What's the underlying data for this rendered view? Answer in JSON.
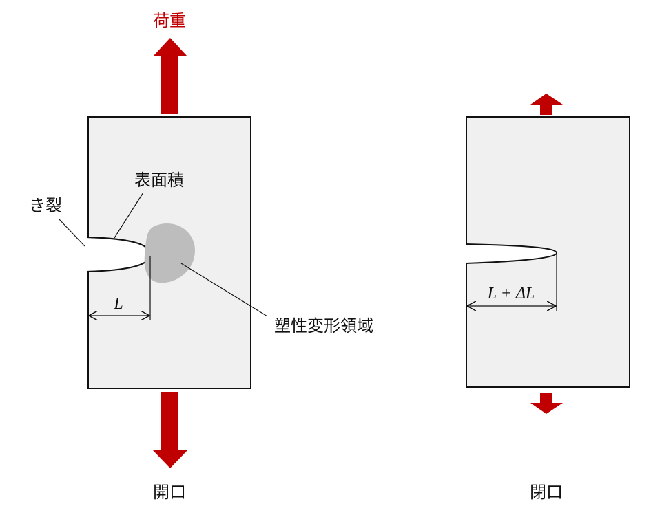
{
  "colors": {
    "arrow": "#c00000",
    "specimen": "#f0f0f0",
    "plastic_zone": "#bdbdbd"
  },
  "left": {
    "load_label": "荷重",
    "crack_label": "き裂",
    "surface_label": "表面積",
    "plastic_label": "塑性変形領域",
    "length_label": "L",
    "mode_label": "開口"
  },
  "right": {
    "length_label": "L + ΔL",
    "mode_label": "閉口"
  }
}
